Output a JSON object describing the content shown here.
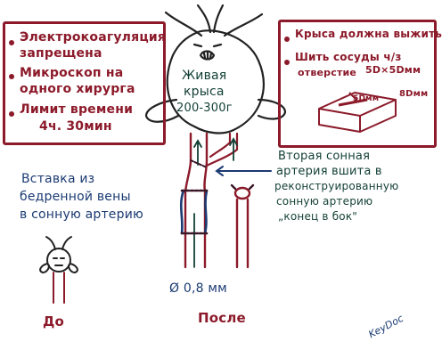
{
  "left_box": {
    "items": [
      "Электрокоагуляция запрещена",
      "Микроскоп на одного хирурга",
      "Лимит времени 4ч. 30мин"
    ],
    "line1": "Электрокоагуляция",
    "line2": "запрещена",
    "line3": "Микроскоп на",
    "line4": "одного хирурга",
    "line5": "Лимит времени",
    "line6": "4ч. 30мин"
  },
  "right_box": {
    "line1": "Крыса должна выжить",
    "line2": "Шить сосуды ч/з",
    "line3": "отверстие",
    "size_label": "5D×5Dмм",
    "slot_label": "5Dмм",
    "height_label": "8Dмм"
  },
  "rat": {
    "line1": "Живая",
    "line2": "крыса",
    "line3": "200-300г"
  },
  "left_note": {
    "line1": "Вставка из",
    "line2": "бедренной вены",
    "line3": "в сонную артерию"
  },
  "right_note": {
    "line1": "Вторая сонная",
    "line2": "артерия вшита в",
    "line3": "реконструированную",
    "line4": "сонную артерию",
    "line5": "„конец в бок\""
  },
  "diameter": "Ø 0,8 мм",
  "before_label": "До",
  "after_label": "После",
  "signature": "KeyDoc",
  "colors": {
    "red": "#8c1a2a",
    "green": "#123f34",
    "blue": "#1b3b73",
    "ink": "#222222"
  }
}
